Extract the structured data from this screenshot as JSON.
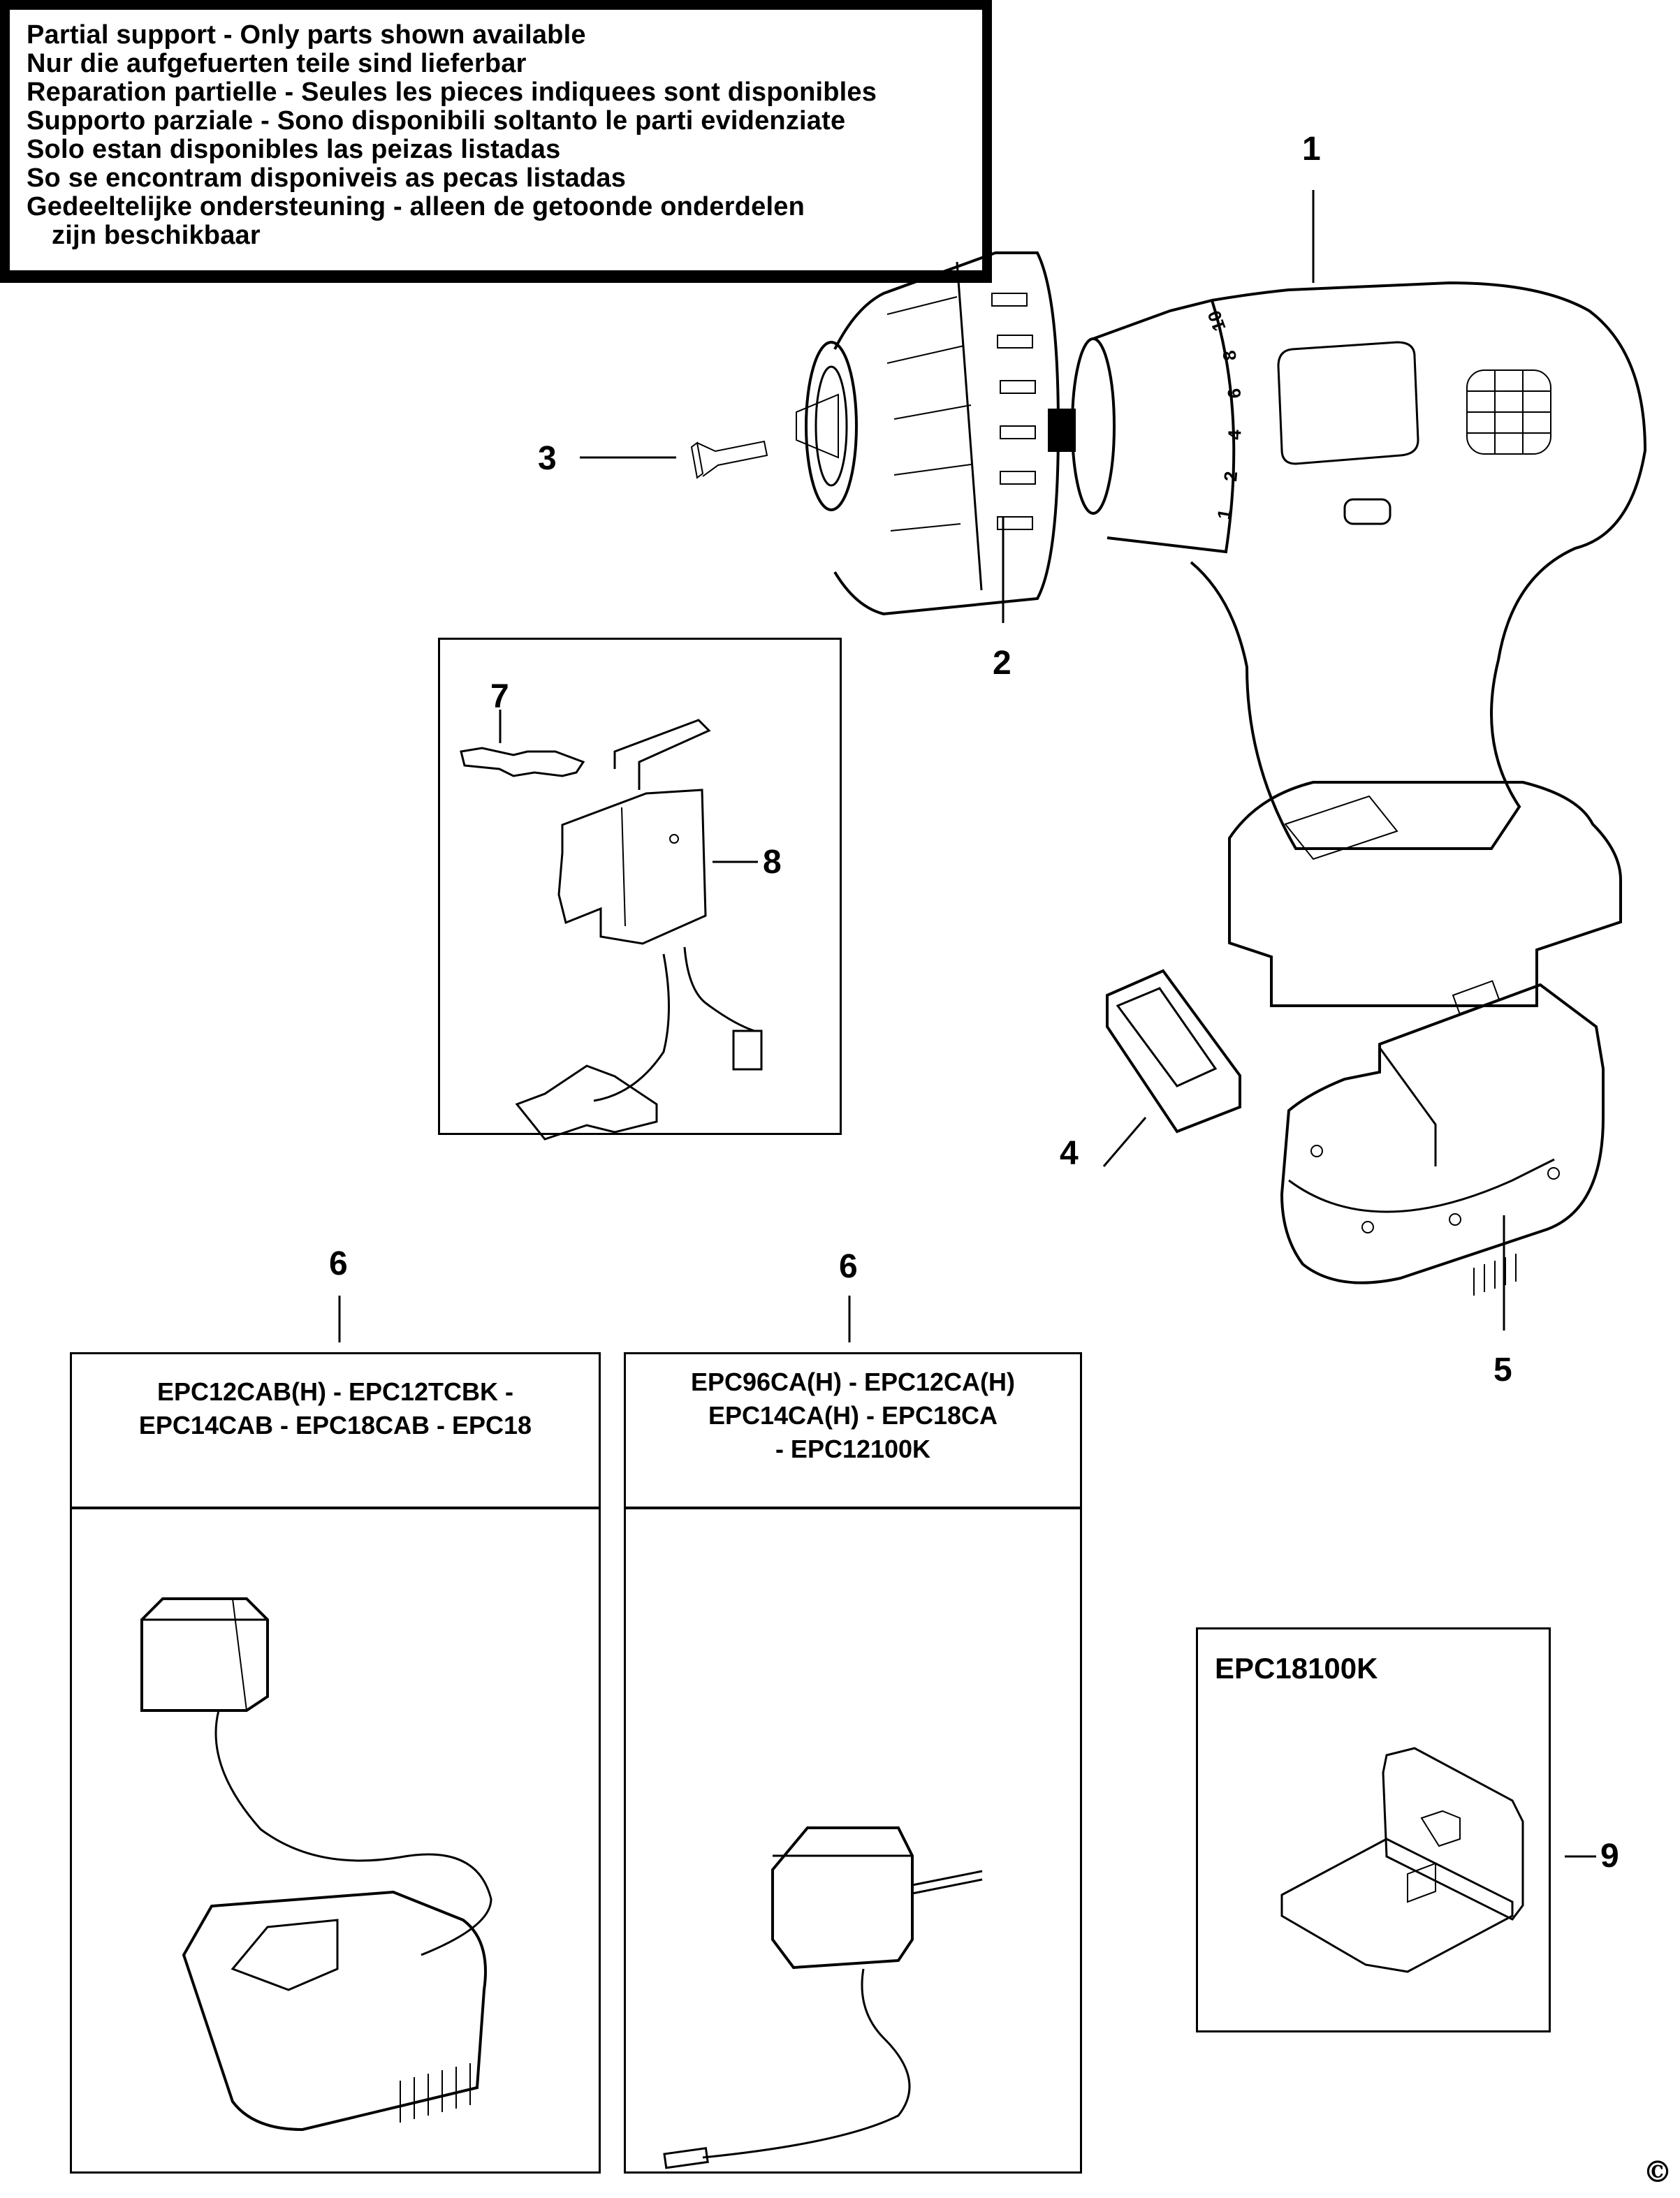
{
  "notice": {
    "lines": [
      "Partial support - Only parts shown available",
      "Nur die aufgefuerten teile sind lieferbar",
      "Reparation partielle - Seules les pieces indiquees sont disponibles",
      "Supporto parziale - Sono disponibili soltanto le parti evidenziate",
      "Solo estan disponibles las peizas listadas",
      "So se encontram disponiveis as pecas listadas",
      "Gedeeltelijke ondersteuning - alleen de getoonde onderdelen",
      "zijn beschikbaar"
    ]
  },
  "callouts": {
    "drill_body": "1",
    "chuck": "2",
    "bit": "3",
    "battery_cover": "4",
    "battery": "5",
    "charger_left": "6",
    "charger_right": "6",
    "switch_button": "7",
    "switch": "8",
    "kit_box": "9"
  },
  "drill": {
    "clutch_scale": [
      "1",
      "2",
      "4",
      "6",
      "8",
      "10"
    ]
  },
  "chargers": {
    "left": {
      "models": [
        "EPC12CAB(H) - EPC12TCBK -",
        "EPC14CAB - EPC18CAB - EPC18"
      ]
    },
    "right": {
      "models": [
        "EPC96CA(H) - EPC12CA(H)",
        "EPC14CA(H) - EPC18CA",
        "- EPC12100K"
      ]
    }
  },
  "kit": {
    "model": "EPC18100K"
  },
  "copyright_symbol": "©"
}
